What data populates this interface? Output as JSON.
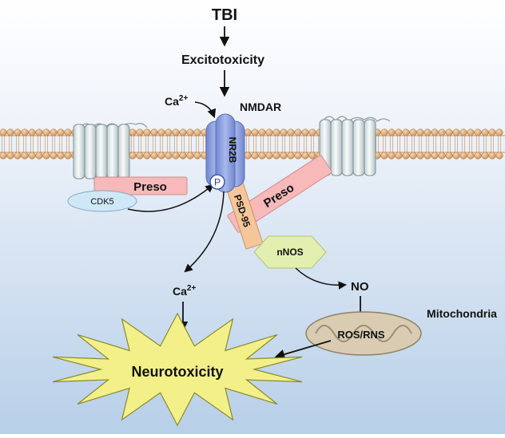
{
  "diagram": {
    "trigger": "TBI",
    "step1": "Excitotoxicity",
    "calcium_in": "Ca",
    "calcium_in_sup": "2+",
    "receptor": "NMDAR",
    "subunit": "NR2B",
    "phospho": "P",
    "left_adapter": "Preso",
    "kinase": "CDK5",
    "scaffold": "PSD-95",
    "right_adapter": "Preso",
    "enzyme": "nNOS",
    "no_label": "NO",
    "organelle": "Mitochondria",
    "ros_label": "ROS/RNS",
    "calcium_out": "Ca",
    "calcium_out_sup": "2+",
    "outcome": "Neurotoxicity"
  },
  "colors": {
    "background_top": "#ffffff",
    "background_bottom": "#bcd3ea",
    "membrane": "#d9a46e",
    "receptor_fill": "#8fa3df",
    "preso_fill": "#f7b9b9",
    "cdk5_fill": "#cfe8f7",
    "psd95_fill": "#f5c69a",
    "nnos_fill": "#e2efb0",
    "neurotoxicity_fill": "#f3f08a",
    "mitochondria_fill": "#d9ccb2"
  },
  "icons": [
    "membrane-receptor-icon",
    "phosphate-icon",
    "mitochondrion-icon",
    "starburst-icon"
  ]
}
